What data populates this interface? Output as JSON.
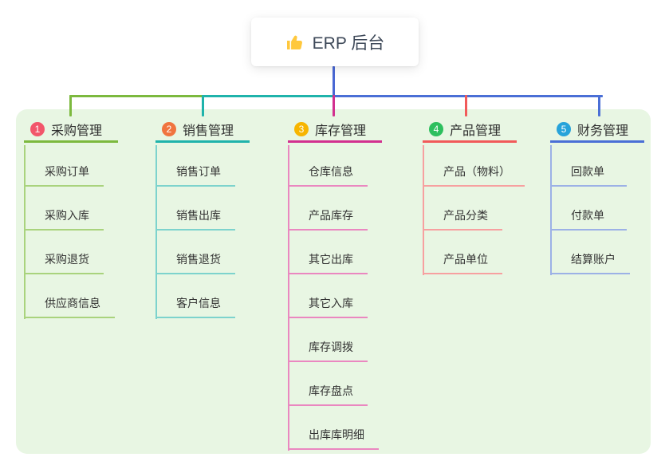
{
  "root": {
    "title": "ERP 后台",
    "icon": "thumbs-up-icon",
    "icon_color": "#ffc83d"
  },
  "panel": {
    "background": "#e8f6e3"
  },
  "stem_color": "#4a68d4",
  "branches": [
    {
      "number": "1",
      "label": "采购管理",
      "badge_color": "#f2566b",
      "line_color": "#7cb93e",
      "child_line_color": "#a9d37d",
      "children": [
        "采购订单",
        "采购入库",
        "采购退货",
        "供应商信息"
      ]
    },
    {
      "number": "2",
      "label": "销售管理",
      "badge_color": "#f0743f",
      "line_color": "#1fb3ab",
      "child_line_color": "#7dd3cd",
      "children": [
        "销售订单",
        "销售出库",
        "销售退货",
        "客户信息"
      ]
    },
    {
      "number": "3",
      "label": "库存管理",
      "badge_color": "#f7b500",
      "line_color": "#d2308f",
      "child_line_color": "#ea87c0",
      "children": [
        "仓库信息",
        "产品库存",
        "其它出库",
        "其它入库",
        "库存调拨",
        "库存盘点",
        "出库库明细"
      ]
    },
    {
      "number": "4",
      "label": "产品管理",
      "badge_color": "#2dbf5e",
      "line_color": "#f15a5a",
      "child_line_color": "#f7a0a0",
      "children": [
        "产品（物料）",
        "产品分类",
        "产品单位"
      ]
    },
    {
      "number": "5",
      "label": "财务管理",
      "badge_color": "#27a3da",
      "line_color": "#4a6fd6",
      "child_line_color": "#9cb1e6",
      "children": [
        "回款单",
        "付款单",
        "结算账户"
      ]
    }
  ]
}
